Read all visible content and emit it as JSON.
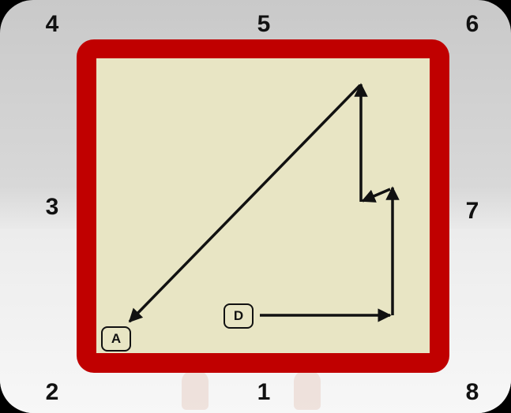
{
  "positions": {
    "p1": "1",
    "p2": "2",
    "p3": "3",
    "p4": "4",
    "p5": "5",
    "p6": "6",
    "p7": "7",
    "p8": "8"
  },
  "markers": {
    "start": "D",
    "end": "A"
  },
  "colors": {
    "frame": "#c00000",
    "board": "#e8e5c4",
    "line": "#111111"
  }
}
